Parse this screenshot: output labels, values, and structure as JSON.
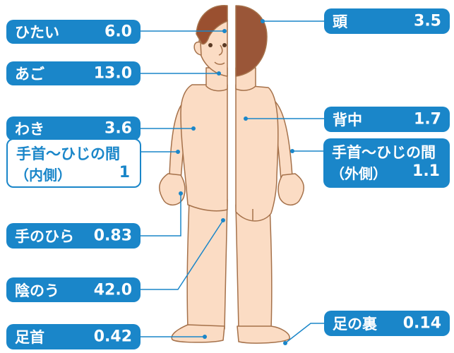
{
  "colors": {
    "label_fill": "#1a86c9",
    "label_text": "#ffffff",
    "outlined_text": "#1a86c9",
    "skin": "#fbdcc4",
    "outline": "#a5714a",
    "hair_front": "#9a5030",
    "hair_back": "#9a5638"
  },
  "labels": {
    "forehead": {
      "name": "ひたい",
      "value": "6.0"
    },
    "jaw": {
      "name": "あご",
      "value": "13.0"
    },
    "armpit": {
      "name": "わき",
      "value": "3.6"
    },
    "forearm_inner": {
      "name": "手首〜ひじの間",
      "name2": "（内側）",
      "value": "1"
    },
    "palm": {
      "name": "手のひら",
      "value": "0.83"
    },
    "scrotum": {
      "name": "陰のう",
      "value": "42.0"
    },
    "ankle": {
      "name": "足首",
      "value": "0.42"
    },
    "head": {
      "name": "頭",
      "value": "3.5"
    },
    "back": {
      "name": "背中",
      "value": "1.7"
    },
    "forearm_outer": {
      "name": "手首〜ひじの間",
      "name2": "（外側）",
      "value": "1.1"
    },
    "sole": {
      "name": "足の裏",
      "value": "0.14"
    }
  }
}
